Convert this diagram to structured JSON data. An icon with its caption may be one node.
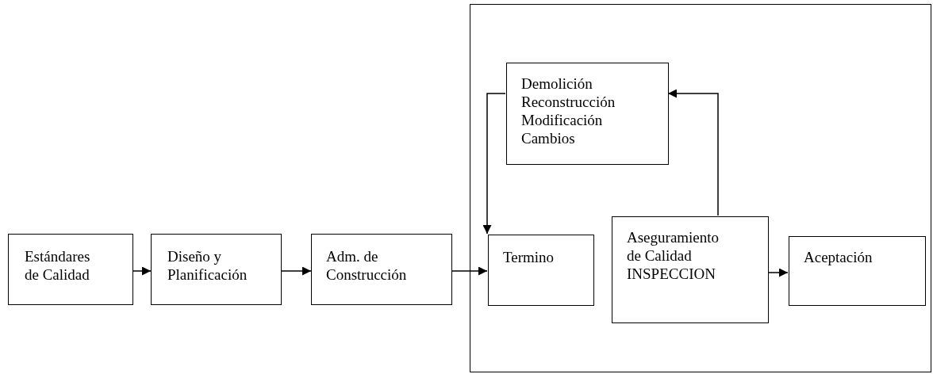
{
  "diagram": {
    "nodes": [
      {
        "text": [],
        "shape": "box"
      },
      {
        "text": [
          "Estándares de Calidad"
        ]
      },
      {
        "text": [
          "Diseño y Planificación"
        ]
      },
      {
        "text": [
          "Adm. de Construcción"
        ]
      },
      {
        "text": [
          "Demolición Reconstrucción Modificación Cambios"
        ],
        "in": 0
      },
      {
        "text": [
          "Termino"
        ],
        "in": 0
      },
      {
        "text": [
          "Aseguramiento de Calidad INSPECCION"
        ],
        "in": 0
      },
      {
        "text": [
          "Aceptación"
        ],
        "in": 0
      }
    ],
    "edges": [
      {
        "from": 1,
        "to": 2,
        "arrow": "to"
      },
      {
        "from": 2,
        "to": 3,
        "arrow": "to"
      },
      {
        "from": 3,
        "to": 5,
        "arrow": "to"
      },
      {
        "from": 4,
        "to": 5,
        "arrow": "to"
      },
      {
        "from": 6,
        "to": 4,
        "arrow": "to"
      },
      {
        "from": 6,
        "to": 7,
        "arrow": "to"
      }
    ]
  }
}
